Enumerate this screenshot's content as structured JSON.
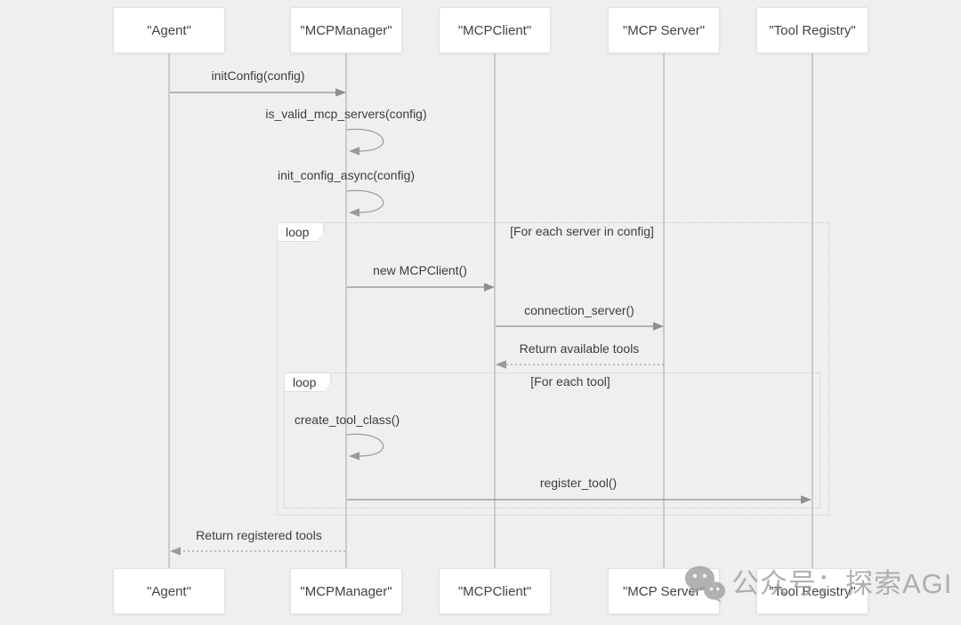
{
  "participants": [
    {
      "label": "\"Agent\""
    },
    {
      "label": "\"MCPManager\""
    },
    {
      "label": "\"MCPClient\""
    },
    {
      "label": "\"MCP Server\""
    },
    {
      "label": "\"Tool Registry\""
    }
  ],
  "messages": [
    {
      "from": "Agent",
      "to": "MCPManager",
      "type": "solid",
      "label": "initConfig(config)"
    },
    {
      "from": "MCPManager",
      "to": "MCPManager",
      "type": "self",
      "label": "is_valid_mcp_servers(config)"
    },
    {
      "from": "MCPManager",
      "to": "MCPManager",
      "type": "self",
      "label": "init_config_async(config)"
    },
    {
      "from": "MCPManager",
      "to": "MCPClient",
      "type": "solid",
      "label": "new MCPClient()"
    },
    {
      "from": "MCPClient",
      "to": "MCP Server",
      "type": "solid",
      "label": "connection_server()"
    },
    {
      "from": "MCP Server",
      "to": "MCPClient",
      "type": "dashed",
      "label": "Return available tools"
    },
    {
      "from": "MCPManager",
      "to": "MCPManager",
      "type": "self",
      "label": "create_tool_class()"
    },
    {
      "from": "MCPManager",
      "to": "Tool Registry",
      "type": "solid",
      "label": "register_tool()"
    },
    {
      "from": "MCPManager",
      "to": "Agent",
      "type": "dashed",
      "label": "Return registered tools"
    }
  ],
  "fragments": [
    {
      "operator": "loop",
      "guard": "[For each server in config]"
    },
    {
      "operator": "loop",
      "guard": "[For each tool]"
    }
  ],
  "watermark": {
    "label": "公众号：探索AGI",
    "icon": "wechat-icon"
  },
  "colors": {
    "background": "#f0efed",
    "box_background": "#ffffff",
    "box_border": "#e1e1e1",
    "arrow": "#8f8f8f",
    "lifeline": "#cbcbcb",
    "text": "#3d3d3d",
    "watermark": "#9e9e9e"
  }
}
